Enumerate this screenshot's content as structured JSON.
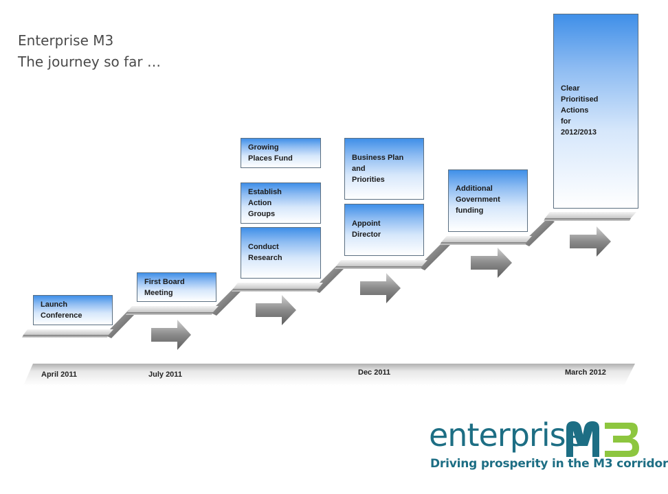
{
  "header": {
    "title_line1": "Enterprise M3",
    "title_line2": "The journey so far …"
  },
  "timeline": {
    "milestones": [
      {
        "label": "Launch\nConference"
      },
      {
        "label": "First Board\nMeeting"
      },
      {
        "label": "Growing\nPlaces Fund"
      },
      {
        "label": "Establish\nAction\nGroups"
      },
      {
        "label": "Conduct\nResearch"
      },
      {
        "label": "Business Plan\nand\nPriorities"
      },
      {
        "label": "Appoint\nDirector"
      },
      {
        "label": "Additional\nGovernment\nfunding"
      },
      {
        "label": "Clear\nPrioritised\nActions\nfor\n2012/2013"
      }
    ],
    "dates": [
      "April 2011",
      "July 2011",
      "Dec 2011",
      "March 2012"
    ]
  },
  "colors": {
    "box_top": "#3f8fe8",
    "logo_teal": "#1d6e84",
    "logo_green": "#8dc63f"
  },
  "logo": {
    "word": "enterprise",
    "mark": "M3",
    "tagline": "Driving prosperity in the M3 corridor"
  }
}
